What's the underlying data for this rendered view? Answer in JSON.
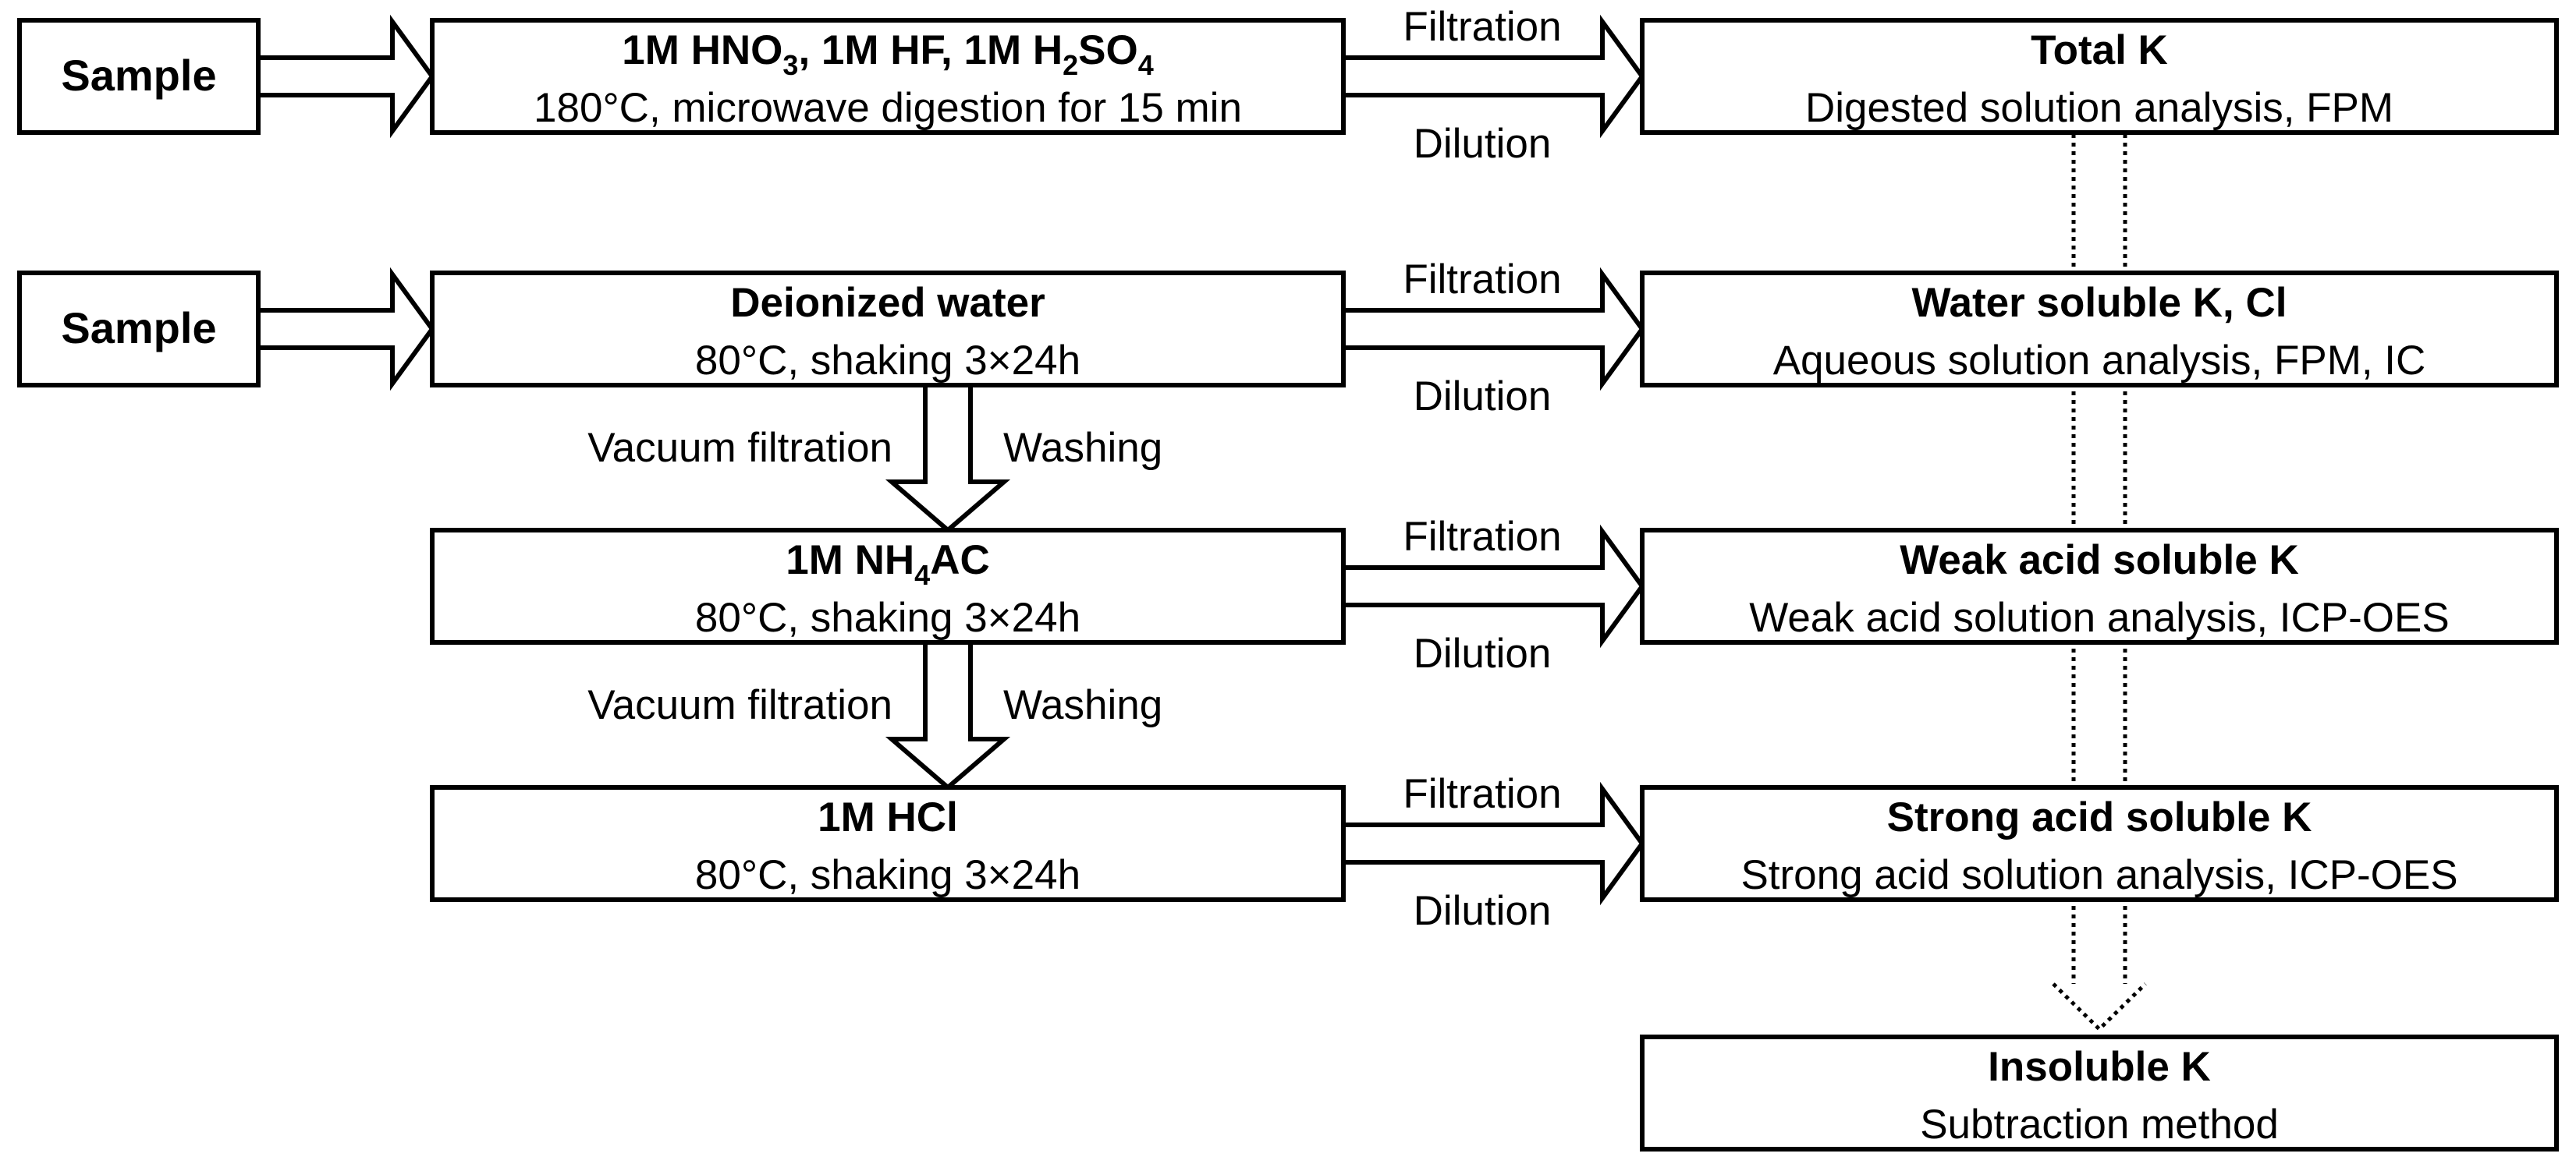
{
  "diagram": {
    "samples": [
      {
        "label": "Sample"
      },
      {
        "label": "Sample"
      }
    ],
    "digestion": {
      "title_parts": [
        "1M HNO",
        "3",
        ", 1M HF, 1M H",
        "2",
        "SO",
        "4"
      ],
      "subtitle": "180°C, microwave digestion for 15 min"
    },
    "extractions": [
      {
        "title_parts": [
          "Deionized water"
        ],
        "subtitle": "80°C, shaking 3×24h"
      },
      {
        "title_parts": [
          "1M NH",
          "4",
          "AC"
        ],
        "subtitle": "80°C, shaking 3×24h"
      },
      {
        "title_parts": [
          "1M HCl"
        ],
        "subtitle": "80°C, shaking 3×24h"
      }
    ],
    "results": [
      {
        "title": "Total K",
        "subtitle": "Digested solution analysis, FPM"
      },
      {
        "title": "Water soluble K, Cl",
        "subtitle": "Aqueous solution analysis, FPM, IC"
      },
      {
        "title": "Weak acid soluble K",
        "subtitle": "Weak acid solution analysis, ICP-OES"
      },
      {
        "title": "Strong acid soluble K",
        "subtitle": "Strong acid solution analysis, ICP-OES"
      },
      {
        "title": "Insoluble K",
        "subtitle": "Subtraction method"
      }
    ],
    "arrow_labels": {
      "filtration": "Filtration",
      "dilution": "Dilution",
      "vacuum_filtration": "Vacuum filtration",
      "washing": "Washing"
    }
  }
}
